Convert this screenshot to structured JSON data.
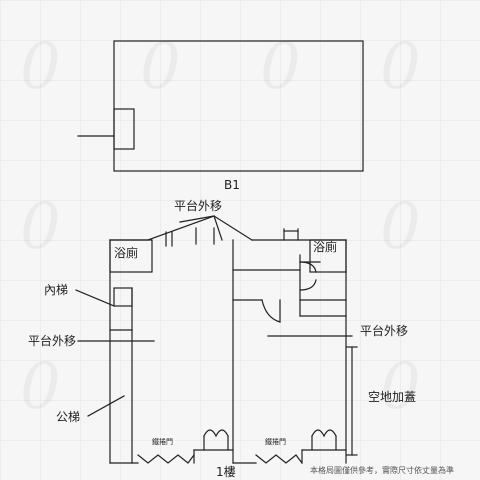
{
  "floors": {
    "b1_label": "B1",
    "f1_label": "1樓"
  },
  "labels": {
    "platform_top": "平台外移",
    "bath_left": "浴廁",
    "bath_right": "浴廁",
    "inner_stair": "內梯",
    "platform_left": "平台外移",
    "platform_right": "平台外移",
    "open_space": "空地加蓋",
    "public_stair": "公梯",
    "rolling_door_left": "鐵捲門",
    "rolling_door_right": "鐵捲門"
  },
  "footer": {
    "disclaimer": "本格局圖僅供參考，實際尺寸依丈量為準"
  },
  "watermark": {
    "glyph": "0"
  },
  "colors": {
    "line": "#222222",
    "background": "#f6f6f6"
  }
}
